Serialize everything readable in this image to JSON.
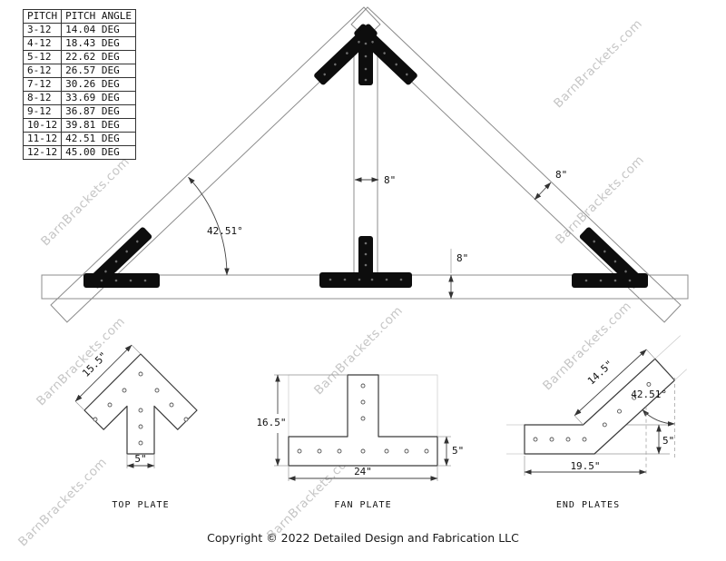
{
  "table": {
    "headers": [
      "PITCH",
      "PITCH ANGLE"
    ],
    "rows": [
      [
        "3-12",
        "14.04 DEG"
      ],
      [
        "4-12",
        "18.43 DEG"
      ],
      [
        "5-12",
        "22.62 DEG"
      ],
      [
        "6-12",
        "26.57 DEG"
      ],
      [
        "7-12",
        "30.26 DEG"
      ],
      [
        "8-12",
        "33.69 DEG"
      ],
      [
        "9-12",
        "36.87 DEG"
      ],
      [
        "10-12",
        "39.81 DEG"
      ],
      [
        "11-12",
        "42.51 DEG"
      ],
      [
        "12-12",
        "45.00 DEG"
      ]
    ]
  },
  "truss": {
    "post_width_dim": "8\"",
    "rafter_depth_dim": "8\"",
    "chord_depth_dim": "8\"",
    "pitch_angle": "42.51°"
  },
  "details": {
    "top_plate": {
      "label": "TOP PLATE",
      "edge_dim": "15.5\"",
      "stem_dim": "5\""
    },
    "fan_plate": {
      "label": "FAN PLATE",
      "height_dim": "16.5\"",
      "width_dim": "24\"",
      "end_dim": "5\""
    },
    "end_plates": {
      "label": "END PLATES",
      "edge_dim": "14.5\"",
      "angle_dim": "42.51°",
      "width_dim": "5\"",
      "length_dim": "19.5\""
    }
  },
  "watermark": "BarnBrackets.com",
  "footer": {
    "copyright": "Copyright © 2022 Detailed Design and Fabrication LLC"
  }
}
